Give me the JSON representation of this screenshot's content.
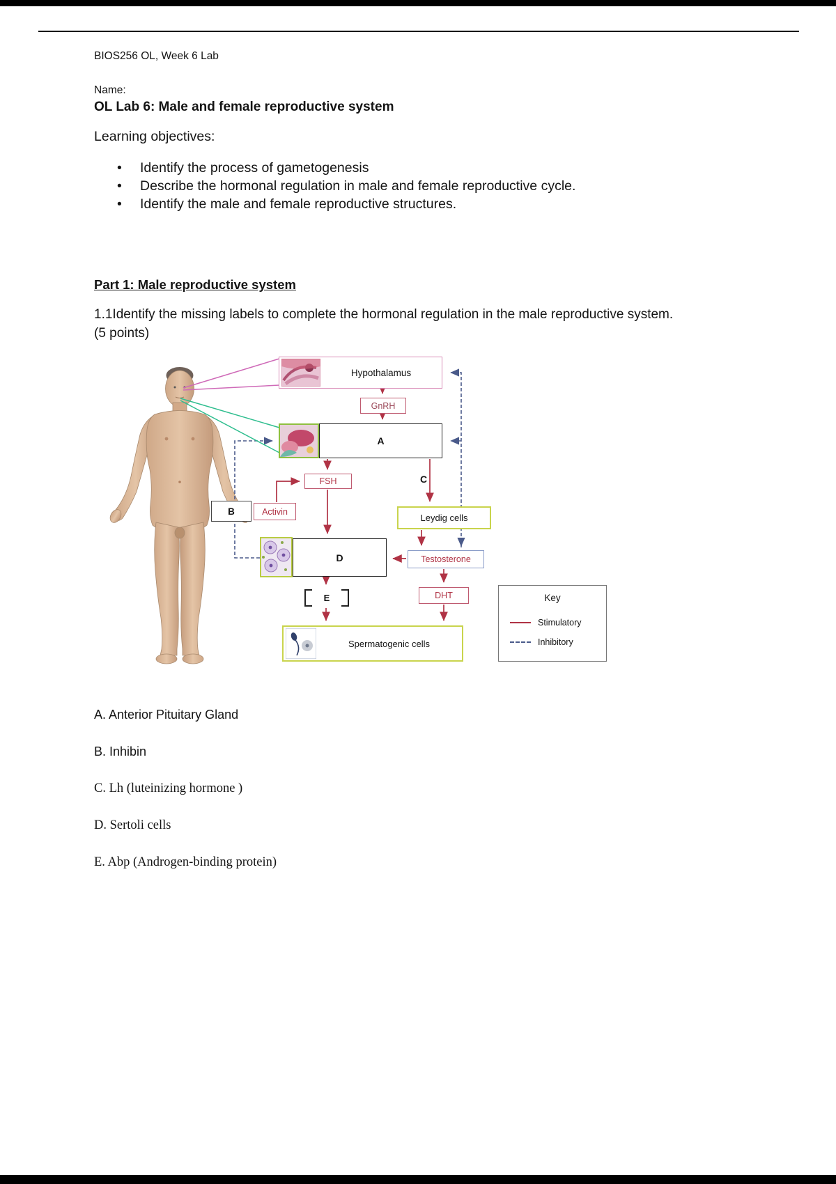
{
  "document": {
    "header": "BIOS256 OL, Week 6 Lab",
    "name_label": "Name:",
    "title": "OL Lab 6: Male and female reproductive system",
    "objectives_heading": "Learning objectives:",
    "objectives": [
      "Identify the process of gametogenesis",
      "Describe the hormonal regulation in male and female reproductive cycle.",
      "Identify the male and female reproductive structures."
    ],
    "part1_heading": "Part 1: Male reproductive system",
    "question": "1.1Identify the missing labels to complete the hormonal regulation in the male reproductive system. (5 points)",
    "answers": [
      "A. Anterior Pituitary Gland",
      "B. Inhibin",
      "C. Lh (luteinizing hormone )",
      "D. Sertoli cells",
      "E. Abp (Androgen-binding protein)"
    ]
  },
  "diagram": {
    "hypothalamus": "Hypothalamus",
    "gnrh": "GnRH",
    "label_a": "A",
    "fsh": "FSH",
    "label_c": "C",
    "label_b": "B",
    "activin": "Activin",
    "leydig_cells": "Leydig cells",
    "label_d": "D",
    "testosterone": "Testosterone",
    "label_e": "E",
    "dht": "DHT",
    "spermatogenic_cells": "Spermatogenic cells",
    "key": {
      "title": "Key",
      "stimulatory": "Stimulatory",
      "inhibitory": "Inhibitory"
    },
    "colors": {
      "stimulatory": "#b03345",
      "inhibitory": "#4a5a8a",
      "box_green": "#c9d44d",
      "box_red": "#bf5a70",
      "box_pink": "#d98cb8",
      "box_blue": "#8a9cc8"
    }
  }
}
